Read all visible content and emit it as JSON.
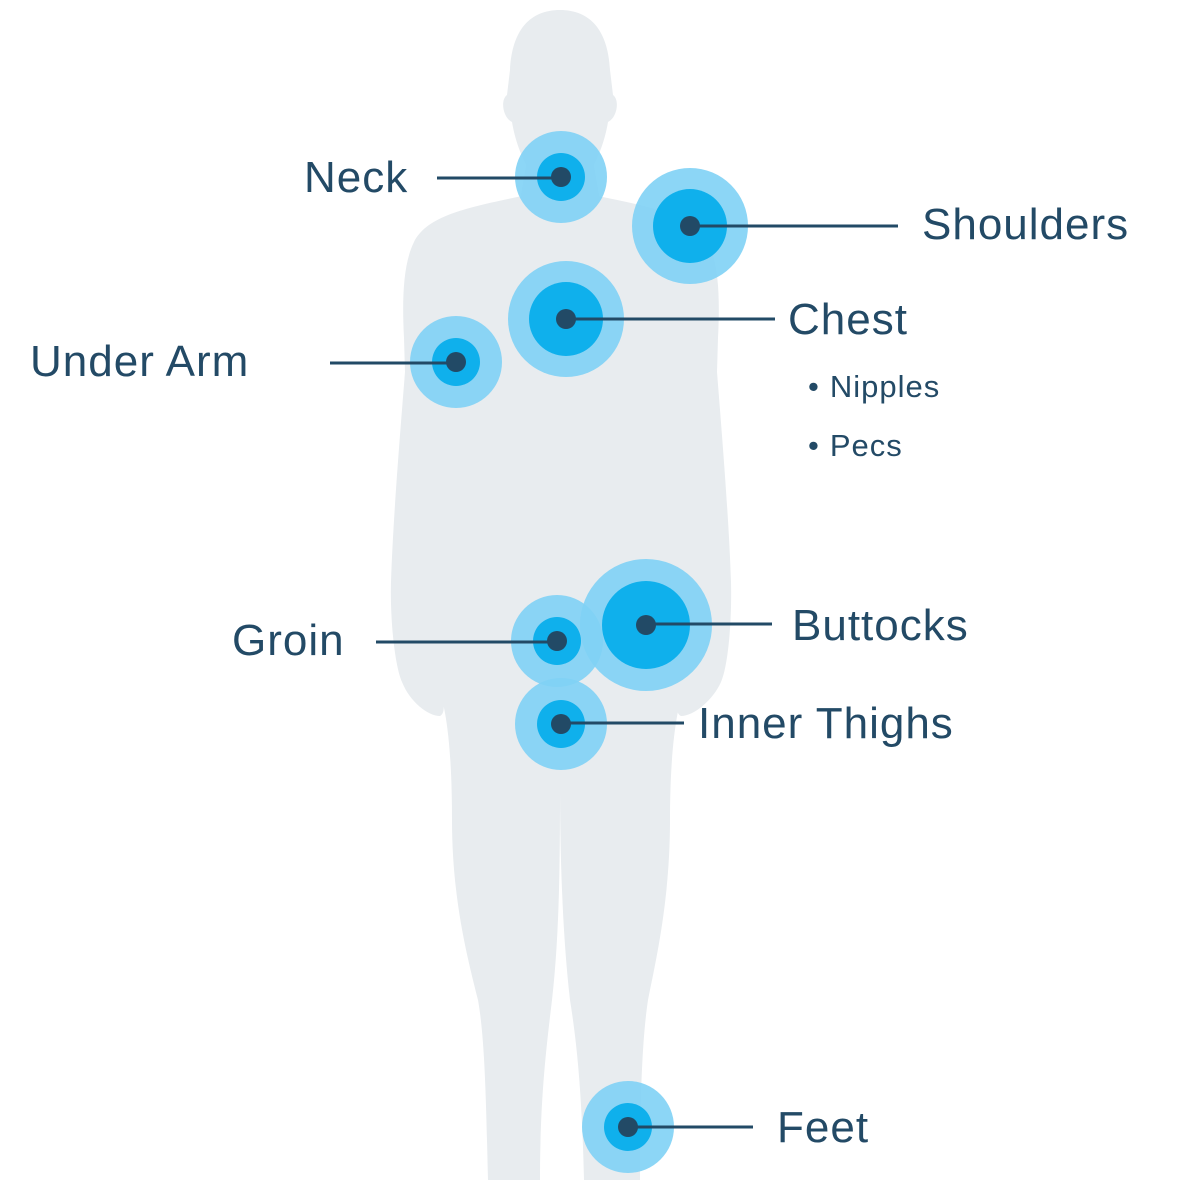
{
  "colors": {
    "silhouette": "#e8ecef",
    "halo_outer": "#7fd1f5",
    "halo_inner": "#0fb0ec",
    "dot": "#224a66",
    "leader": "#224a66",
    "text": "#234a66"
  },
  "labels": {
    "neck": "Neck",
    "shoulders": "Shoulders",
    "chest": "Chest",
    "under_arm": "Under Arm",
    "groin": "Groin",
    "buttocks": "Buttocks",
    "inner_thighs": "Inner Thighs",
    "feet": "Feet"
  },
  "chest_items": [
    "Nipples",
    "Pecs"
  ],
  "bullet_glyph": "•"
}
